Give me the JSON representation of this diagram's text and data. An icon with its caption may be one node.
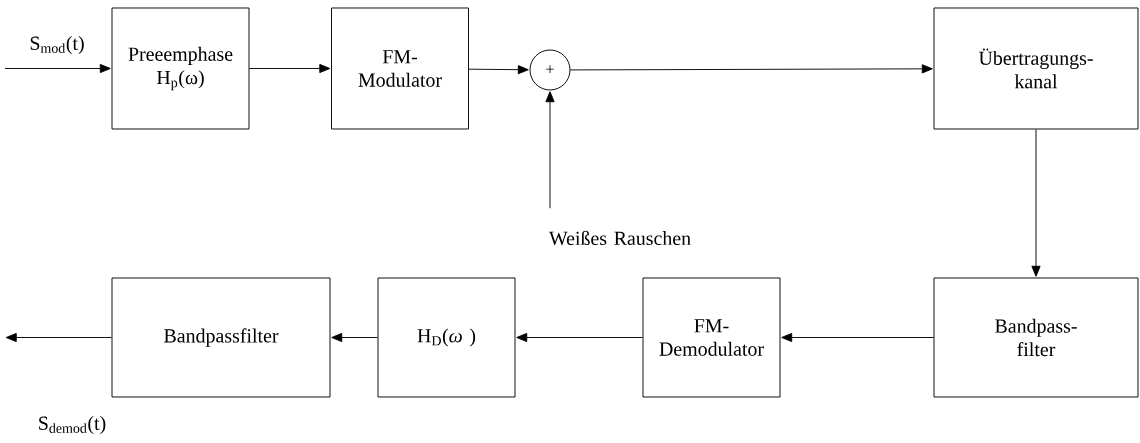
{
  "diagram": {
    "nodes": [
      {
        "text": [
          "Preeemphase H$_{p}$(ω)"
        ]
      },
      {
        "text": [
          "FM- Modulator"
        ]
      },
      {
        "text": [
          "+"
        ]
      },
      {
        "text": [
          "Übertragungs- kanal"
        ]
      },
      {
        "text": [
          "Weißes Rauschen"
        ]
      },
      {
        "text": [
          "Bandpass- filter"
        ]
      },
      {
        "text": [
          "FM- Demodulator"
        ]
      },
      {
        "text": [
          "H$_{D}$(*ω* )"
        ]
      },
      {
        "text": [
          "Bandpassfilter"
        ]
      }
    ],
    "edges": [
      {
        "from": null,
        "to": 0,
        "arrow": "to",
        "label": "S$_{mod}$(t)"
      },
      {
        "from": 0,
        "to": 1,
        "arrow": "to"
      },
      {
        "from": 1,
        "to": 2,
        "arrow": "to"
      },
      {
        "from": 2,
        "to": 3,
        "arrow": "to"
      },
      {
        "from": 4,
        "to": 2,
        "arrow": "to"
      },
      {
        "from": 3,
        "to": 5,
        "arrow": "to"
      },
      {
        "from": 5,
        "to": 6,
        "arrow": "to"
      },
      {
        "from": 6,
        "to": 7,
        "arrow": "to"
      },
      {
        "from": 7,
        "to": 8,
        "arrow": "to"
      },
      {
        "from": 8,
        "to": null,
        "arrow": "to",
        "label": "S$_{demod}$(t)"
      }
    ]
  }
}
